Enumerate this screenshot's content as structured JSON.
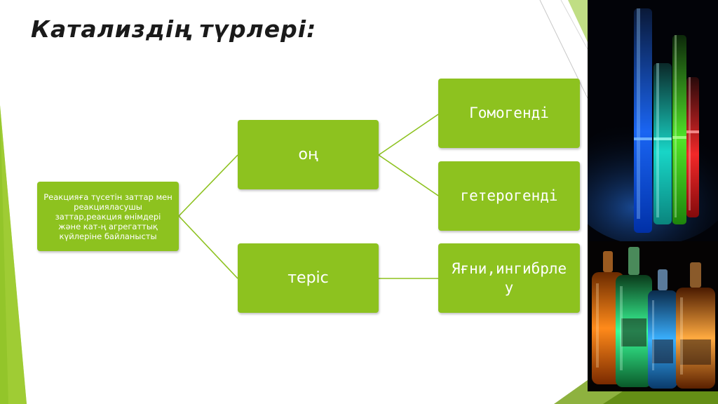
{
  "slide": {
    "title": "Катализдің түрлері:",
    "accent_color": "#8dc21f",
    "deco_color": "#6f9a1a"
  },
  "diagram": {
    "root": {
      "text": "Реакцияға түсетін заттар мен реакцияласушы заттар,реакция өнімдері және кат-ң агрегаттық күйлеріне байланысты"
    },
    "branches": [
      {
        "text": "оң",
        "children": [
          "Гомогенді",
          "гетерогенді"
        ]
      },
      {
        "text": "теріс",
        "children": [
          "Яғни,ингибрле у"
        ]
      }
    ],
    "connector_color": "#8dc21f"
  },
  "images": [
    {
      "icon": "glowing-test-tubes-photo"
    },
    {
      "icon": "glowing-bottles-photo"
    }
  ]
}
